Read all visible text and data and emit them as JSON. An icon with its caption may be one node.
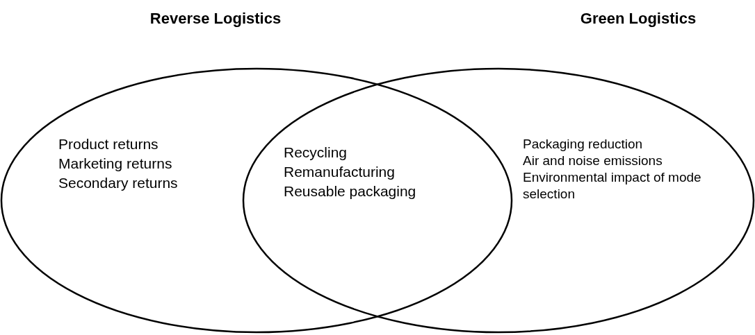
{
  "diagram": {
    "nodes": [
      {
        "text": [
          "Reverse Logistics",
          "Product returns",
          "Marketing returns",
          "Secondary returns"
        ]
      },
      {
        "text": [
          "Green Logistics",
          "Packaging reduction",
          "Air and noise emissions",
          "Environmental impact of mode selection"
        ]
      }
    ],
    "labels": [
      "Recycling",
      "Remanufacturing",
      "Reusable packaging"
    ]
  }
}
